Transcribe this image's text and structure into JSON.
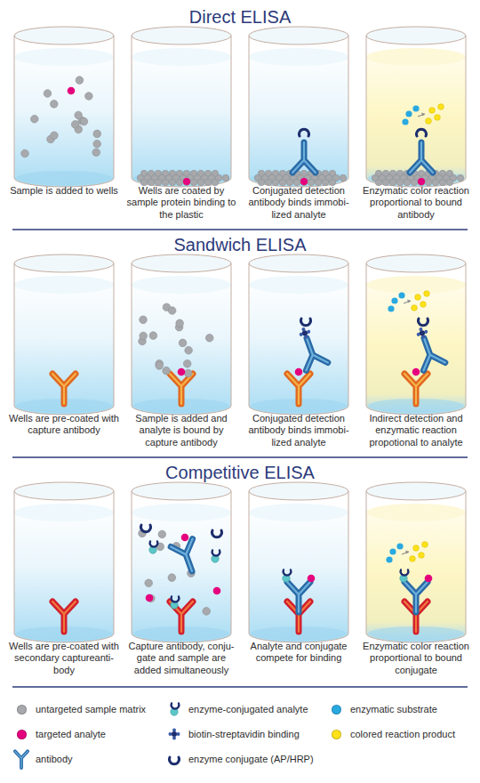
{
  "diagram": {
    "nodes": [
      {
        "text": [
          "Sample is added to wells"
        ]
      },
      {
        "text": [
          "Wells are coated by sample protein binding to the plastic"
        ]
      },
      {
        "text": [
          "Conjugated detection antibody binds immobi- lized analyte"
        ]
      },
      {
        "text": [
          "Enzymatic color reaction proportional to bound antibody"
        ]
      },
      {
        "text": [
          "Wells are pre-coated with capture antibody"
        ]
      },
      {
        "text": [
          "Sample is added and analyte is bound by capture antibody"
        ]
      },
      {
        "text": [
          "Conjugated detection antibody binds immobi- lized analyte"
        ]
      },
      {
        "text": [
          "Indirect detection and enzymatic reaction propotional to analyte"
        ]
      },
      {
        "text": [
          "Wells are pre-coated with secondary captureanti- body"
        ]
      },
      {
        "text": [
          "Capture antibody, conju- gate and sample are added simultaneously"
        ]
      },
      {
        "text": [
          "Analyte and conjugate compete for binding"
        ]
      },
      {
        "text": [
          "Enzymatic color reaction proportional to bound conjugate"
        ]
      }
    ],
    "labels": [
      "Direct ELISA",
      "Sandwich ELISA",
      "Competitive ELISA"
    ],
    "legend": [
      {
        "text": "untargeted sample matrix",
        "color": "#a7a9ac"
      },
      {
        "text": "enzyme-conjugated analyte"
      },
      {
        "text": "enzymatic substrate",
        "color": "#29a9e0"
      },
      {
        "text": "targeted analyte",
        "color": "#e5007d"
      },
      {
        "text": "biotin-streptavidin binding"
      },
      {
        "text": "colored reaction product",
        "color": "#ffe21a"
      },
      {
        "text": "antibody"
      },
      {
        "text": "enzyme conjugate (AP/HRP)"
      }
    ]
  }
}
